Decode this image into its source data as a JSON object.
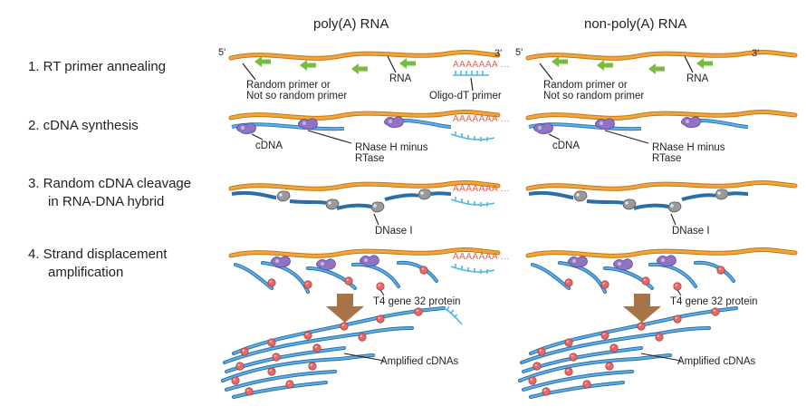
{
  "columns": {
    "left_title": "poly(A) RNA",
    "right_title": "non-poly(A) RNA"
  },
  "steps": [
    {
      "label": "1. RT primer annealing"
    },
    {
      "label_line1": "2. cDNA synthesis"
    },
    {
      "label_line1": "3. Random cDNA cleavage",
      "label_line2": "in RNA-DNA hybrid"
    },
    {
      "label_line1": "4. Strand displacement",
      "label_line2": "amplification"
    }
  ],
  "labels": {
    "five_prime": "5'",
    "three_prime": "3'",
    "rna": "RNA",
    "random_primer_line1": "Random primer  or",
    "random_primer_line2": "Not so random primer",
    "oligo_dt_primer": "Oligo-dT primer",
    "poly_a_tail": "AAAAAAA ...",
    "cdna": "cDNA",
    "rnase_line1": "RNase H minus",
    "rnase_line2": "RTase",
    "dnase": "DNase I",
    "t4_protein": "T4 gene 32 protein",
    "amplified": "Amplified cDNAs"
  },
  "colors": {
    "rna_strand": "#e89a2c",
    "cdna_strand": "#3a8fd0",
    "primer_arrow": "#76bd3f",
    "oligo_dt": "#4fb8e6",
    "poly_a": "#ef5a4c",
    "polymerase": "#8e74c2",
    "dnase": "#8a8a8a",
    "t4_protein": "#e36a6a",
    "process_arrow": "#a7744a"
  }
}
